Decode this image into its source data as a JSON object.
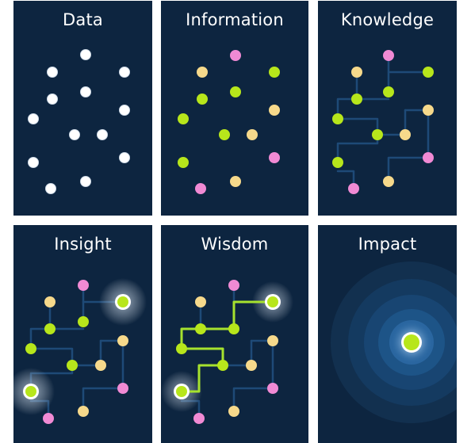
{
  "colors": {
    "background": "#0d2540",
    "white_dot": "#ffffff",
    "yellow_dot": "#f6d98b",
    "green_dot": "#b7e61b",
    "pink_dot": "#f08ad4",
    "blue_line": "#1e4a77",
    "wisdom_path": "#a6e22e"
  },
  "panels": [
    {
      "title": "Data"
    },
    {
      "title": "Information"
    },
    {
      "title": "Knowledge"
    },
    {
      "title": "Insight"
    },
    {
      "title": "Wisdom"
    },
    {
      "title": "Impact"
    }
  ]
}
